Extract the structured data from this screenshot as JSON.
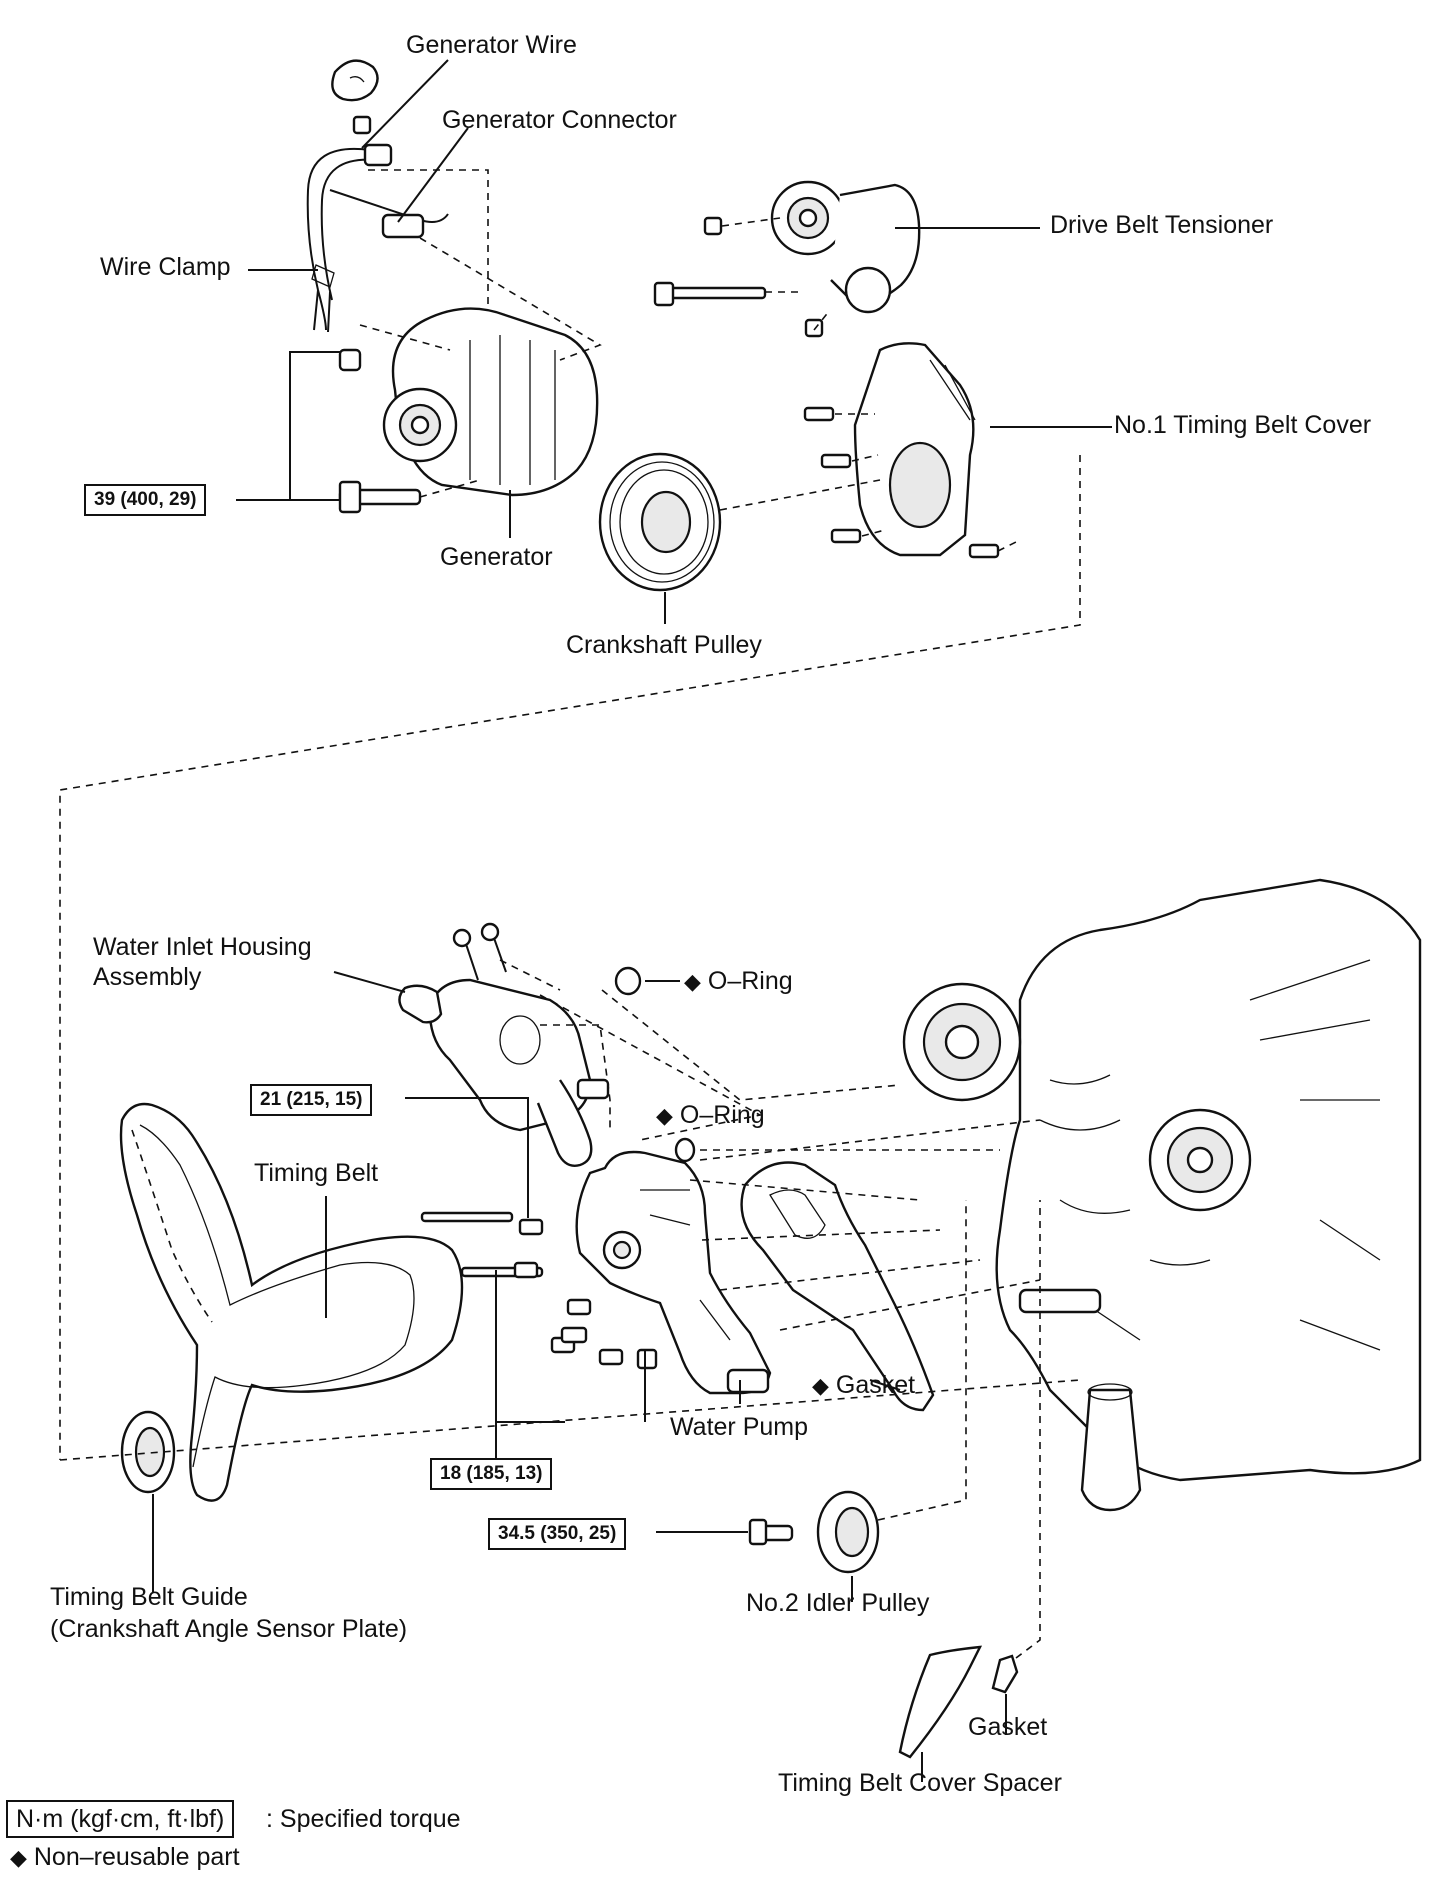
{
  "labels": {
    "generator_wire": "Generator Wire",
    "generator_connector": "Generator Connector",
    "wire_clamp": "Wire Clamp",
    "drive_belt_tensioner": "Drive Belt Tensioner",
    "no1_timing_belt_cover": "No.1 Timing Belt Cover",
    "generator": "Generator",
    "crankshaft_pulley": "Crankshaft Pulley",
    "water_inlet_housing_line1": "Water Inlet Housing",
    "water_inlet_housing_line2": "Assembly",
    "o_ring_1": "O–Ring",
    "o_ring_2": "O–Ring",
    "timing_belt": "Timing Belt",
    "gasket_1": "Gasket",
    "water_pump": "Water Pump",
    "no2_idler_pulley": "No.2 Idler Pulley",
    "timing_belt_guide_line1": "Timing Belt Guide",
    "timing_belt_guide_line2": "(Crankshaft Angle Sensor Plate)",
    "gasket_2": "Gasket",
    "timing_belt_cover_spacer": "Timing Belt Cover Spacer"
  },
  "torques": {
    "generator_bolt": "39 (400, 29)",
    "water_pump_upper": "21 (215, 15)",
    "water_pump_lower": "18 (185, 13)",
    "idler_pulley_bolt": "34.5 (350, 25)"
  },
  "legend": {
    "unit_box": "N·m (kgf·cm, ft·lbf)",
    "unit_desc": ": Specified torque",
    "non_reusable_symbol": "◆",
    "non_reusable_text": "Non–reusable part"
  },
  "symbols": {
    "non_reusable": "◆"
  }
}
